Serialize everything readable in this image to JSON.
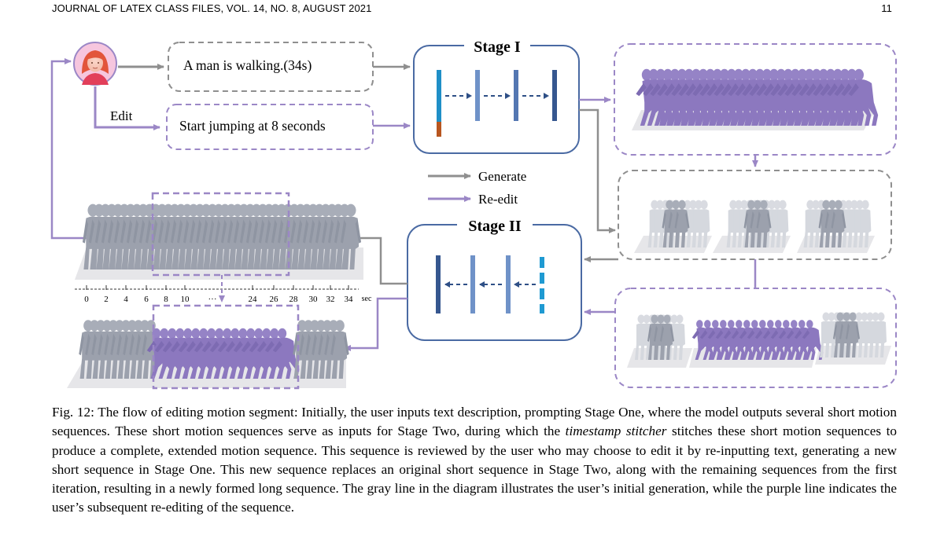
{
  "header": {
    "journal": "JOURNAL OF LATEX CLASS FILES, VOL. 14, NO. 8, AUGUST 2021",
    "page_number": "11"
  },
  "figure": {
    "prompt_initial": "A man is walking.(34s)",
    "prompt_edit": "Start jumping at 8 seconds",
    "edit_label": "Edit",
    "stage1_title": "Stage I",
    "stage2_title": "Stage II",
    "legend": {
      "generate": "Generate",
      "reedit": "Re-edit"
    },
    "timeline": {
      "ticks": [
        "0",
        "2",
        "4",
        "6",
        "8",
        "10",
        "···",
        "24",
        "26",
        "28",
        "30",
        "32",
        "34"
      ],
      "unit": "sec"
    },
    "colors": {
      "gray_line": "#8f8f8f",
      "purple_line": "#9b87c6",
      "box_border": "#4a6aa3",
      "figure_gray": "#9aa0ab",
      "figure_purple": "#8c78bf"
    }
  },
  "caption": {
    "label": "Fig. 12:",
    "text_before": " The flow of editing motion segment: Initially, the user inputs text description, prompting Stage One, where the model outputs several short motion sequences. These short motion sequences serve as inputs for Stage Two, during which the ",
    "emphasis": "timestamp stitcher",
    "text_after": " stitches these short motion sequences to produce a complete, extended motion sequence. This sequence is reviewed by the user who may choose to edit it by re-inputting text, generating a new short sequence in Stage One. This new sequence replaces an original short sequence in Stage Two, along with the remaining sequences from the first iteration, resulting in a newly formed long sequence. The gray line in the diagram illustrates the user’s initial generation, while the purple line indicates the user’s subsequent re-editing of the sequence."
  }
}
